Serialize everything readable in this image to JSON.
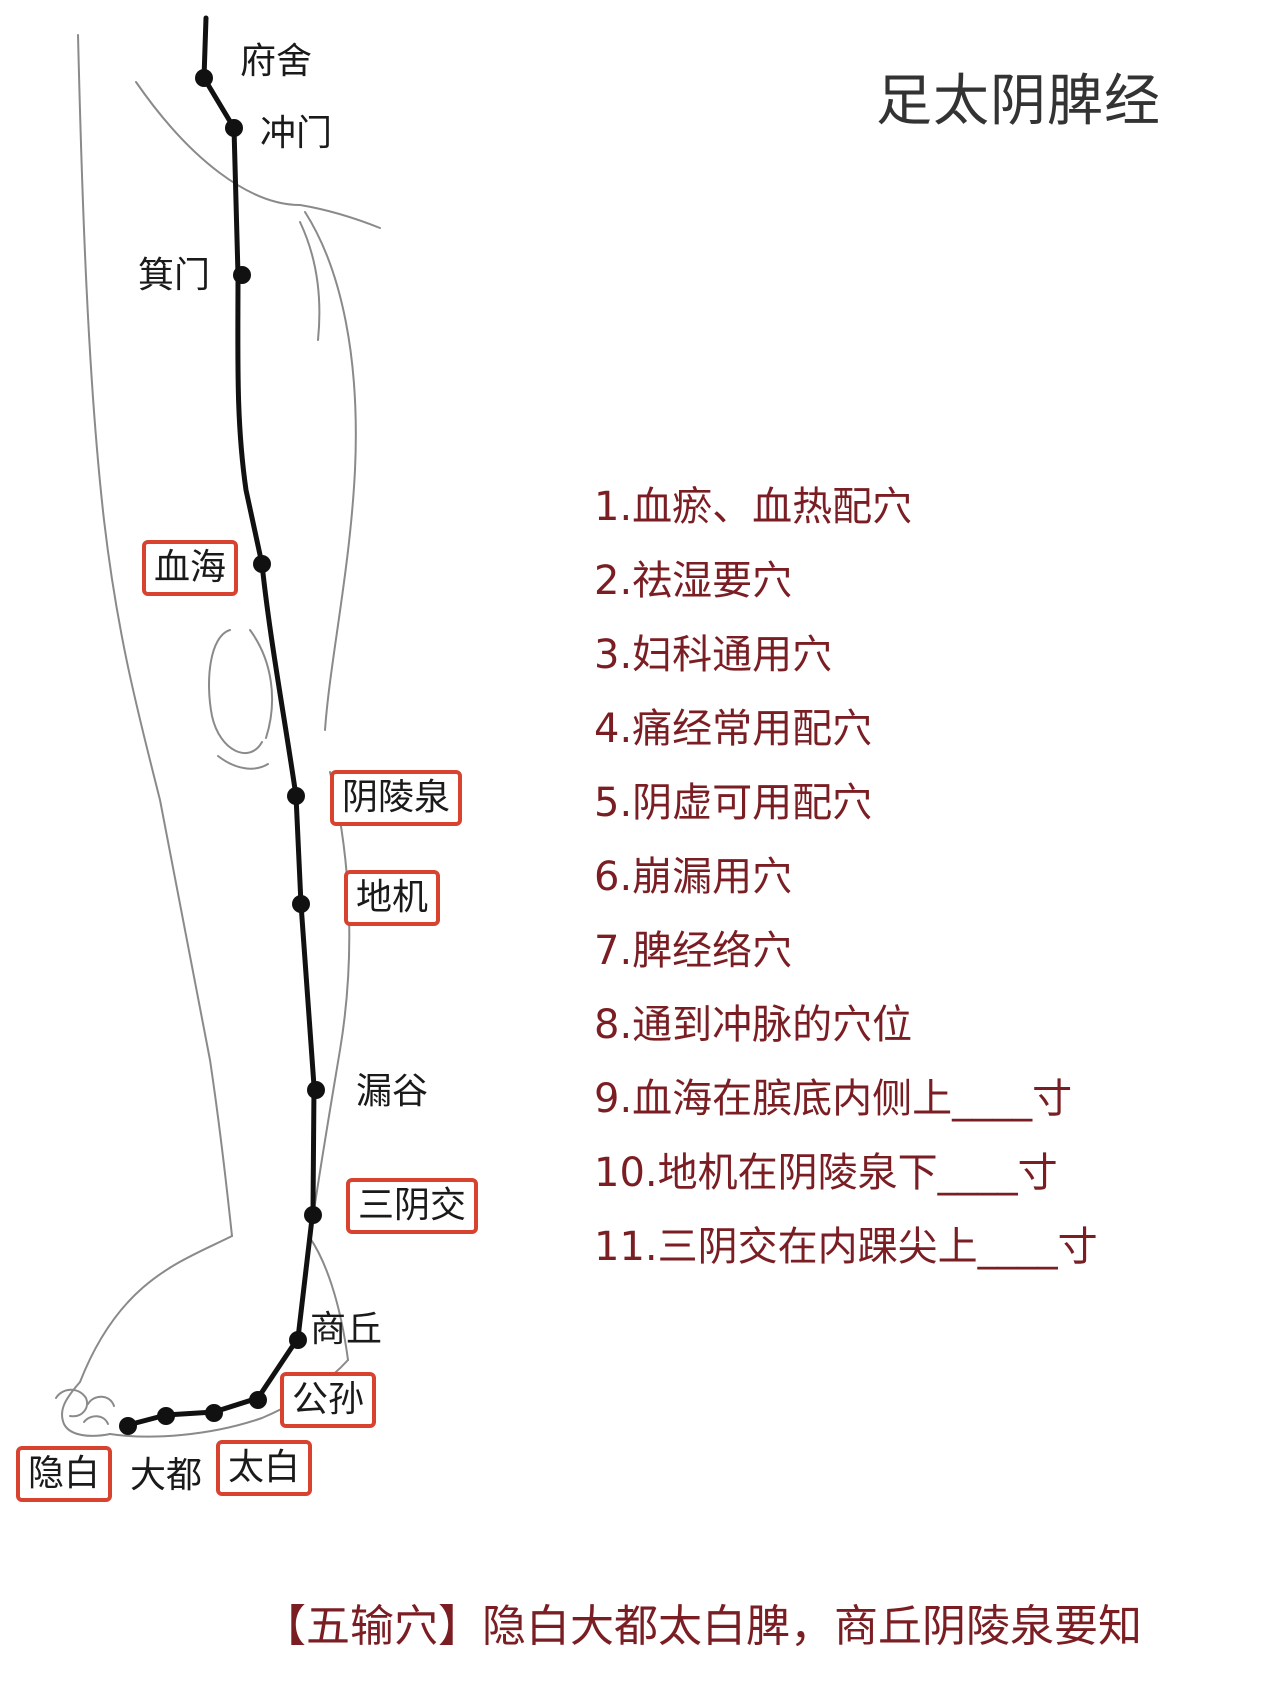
{
  "title": "足太阴脾经",
  "colors": {
    "meridian_line": "#111111",
    "outline": "#8a8a8a",
    "highlight_box": "#d8432f",
    "question_text": "#7a1e24",
    "title_text": "#333333"
  },
  "acupoints": [
    {
      "id": "fushe",
      "name": "府舍",
      "highlighted": false
    },
    {
      "id": "chongmen",
      "name": "冲门",
      "highlighted": false
    },
    {
      "id": "jimen",
      "name": "箕门",
      "highlighted": false
    },
    {
      "id": "xuehai",
      "name": "血海",
      "highlighted": true
    },
    {
      "id": "yinlingquan",
      "name": "阴陵泉",
      "highlighted": true
    },
    {
      "id": "diji",
      "name": "地机",
      "highlighted": true
    },
    {
      "id": "lougu",
      "name": "漏谷",
      "highlighted": false
    },
    {
      "id": "sanyinjiao",
      "name": "三阴交",
      "highlighted": true
    },
    {
      "id": "shangqiu",
      "name": "商丘",
      "highlighted": false
    },
    {
      "id": "gongsun",
      "name": "公孙",
      "highlighted": true
    },
    {
      "id": "taibai",
      "name": "太白",
      "highlighted": true
    },
    {
      "id": "dadu",
      "name": "大都",
      "highlighted": false
    },
    {
      "id": "yinbai",
      "name": "隐白",
      "highlighted": true
    }
  ],
  "questions": [
    "1.血瘀、血热配穴",
    "2.祛湿要穴",
    "3.妇科通用穴",
    "4.痛经常用配穴",
    "5.阴虚可用配穴",
    "6.崩漏用穴",
    "7.脾经络穴",
    "8.通到冲脉的穴位",
    "9.血海在膑底内侧上____寸",
    "10.地机在阴陵泉下____寸",
    "11.三阴交在内踝尖上____寸"
  ],
  "footer": "【五输穴】隐白大都太白脾，商丘阴陵泉要知"
}
